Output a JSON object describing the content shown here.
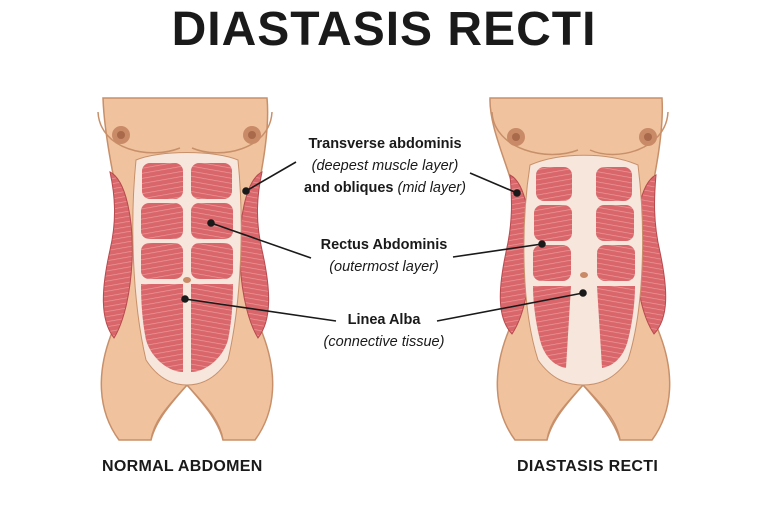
{
  "title": "DIASTASIS RECTI",
  "captions": {
    "left": "NORMAL ABDOMEN",
    "right": "DIASTASIS RECTI"
  },
  "labels": {
    "transverse": {
      "line1": "Transverse abdominis",
      "line2": "(deepest muscle layer)",
      "line3_bold": "and obliques",
      "line3_italic": "(mid layer)"
    },
    "rectus": {
      "line1": "Rectus Abdominis",
      "line2": "(outermost layer)"
    },
    "linea": {
      "line1": "Linea Alba",
      "line2": "(connective tissue)"
    }
  },
  "colors": {
    "skin": "#f0c39e",
    "skin_outline": "#c8906a",
    "muscle": "#d9666a",
    "muscle_light": "#e88a8a",
    "tissue": "#f6e6dc",
    "nipple": "#c98a68"
  }
}
